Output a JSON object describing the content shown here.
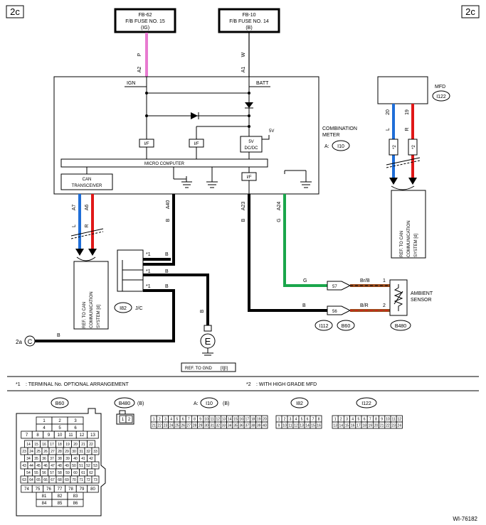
{
  "page_tag": "2c",
  "figure_id": "WI-76182",
  "fuses": [
    {
      "id": "FB-62",
      "line1": "F/B FUSE NO. 15",
      "line2": "(IG)",
      "wire_color": "P",
      "pin": "A2"
    },
    {
      "id": "FB-10",
      "line1": "F/B FUSE NO. 14",
      "line2": "(B)",
      "wire_color": "W",
      "pin": "A1"
    }
  ],
  "meter": {
    "name_line1": "COMBINATION",
    "name_line2": "METER",
    "connector_prefix": "A:",
    "connector": "I10",
    "ign": "IGN",
    "batt": "BATT",
    "if_label": "I/F",
    "supply": "5V",
    "dcdc_line1": "5V",
    "dcdc_line2": "DC/DC",
    "micro_computer": "MICRO COMPUTER",
    "can_line1": "CAN",
    "can_line2": "TRANSCEIVER"
  },
  "meter_pins": [
    {
      "pin": "A7",
      "color": "L"
    },
    {
      "pin": "A6",
      "color": "R"
    },
    {
      "pin": "A40",
      "color": "B"
    },
    {
      "pin": "A23",
      "color": "B"
    },
    {
      "pin": "A24",
      "color": "G"
    }
  ],
  "mfd": {
    "label": "MFD",
    "connector": "I122",
    "pins": [
      {
        "pin": "20",
        "color": "L",
        "note": "*2"
      },
      {
        "pin": "19",
        "color": "R",
        "note": "*2"
      }
    ]
  },
  "can_ref_text": [
    "REF. TO CAN",
    "COMMUNICATION",
    "SYSTEM [d]"
  ],
  "joint": {
    "connector": "I82",
    "label": "J/C",
    "terminals": [
      {
        "mark": "*1",
        "color": "B"
      },
      {
        "mark": "*1",
        "color": "B"
      },
      {
        "mark": "*1",
        "color": "B"
      }
    ]
  },
  "ground": {
    "wire_color": "B",
    "symbol": "E",
    "ref": "REF. TO GND",
    "ref_code": "[I][I]"
  },
  "page_link": {
    "label": "2a",
    "symbol": "C",
    "wire_color": "B"
  },
  "sensor_harness": {
    "pins": [
      "57",
      "56"
    ],
    "left_colors": [
      "G",
      "B"
    ],
    "right_colors": [
      "Br/B",
      "B/R"
    ],
    "sensor_pins": [
      "1",
      "2"
    ],
    "connectors": [
      "I112",
      "B60"
    ]
  },
  "ambient_sensor": {
    "line1": "AMBIENT",
    "line2": "SENSOR",
    "connector": "B480"
  },
  "footnotes": [
    {
      "mark": "*1",
      "text": ": TERMINAL No. OPTIONAL ARRANGEMENT"
    },
    {
      "mark": "*2",
      "text": ": WITH HIGH GRADE MFD"
    }
  ],
  "connector_views": {
    "b60": {
      "name": "B60",
      "rows": [
        [
          "1",
          "2",
          "3"
        ],
        [
          "4",
          "5",
          "6"
        ],
        [
          "7",
          "8",
          "9",
          "10",
          "11",
          "12",
          "13"
        ],
        [
          "14",
          "15",
          "16",
          "17",
          "18",
          "19",
          "20",
          "21",
          "22"
        ],
        [
          "23",
          "24",
          "25",
          "26",
          "27",
          "28",
          "29",
          "30",
          "31",
          "32",
          "33"
        ],
        [
          "34",
          "35",
          "36",
          "37",
          "38",
          "39",
          "40",
          "41",
          "42"
        ],
        [
          "43",
          "44",
          "45",
          "46",
          "47",
          "48",
          "49",
          "50",
          "51",
          "52",
          "53"
        ],
        [
          "54",
          "55",
          "56",
          "57",
          "58",
          "59",
          "60",
          "61",
          "62"
        ],
        [
          "63",
          "64",
          "65",
          "66",
          "67",
          "68",
          "69",
          "70",
          "71",
          "72",
          "73"
        ],
        [
          "74",
          "75",
          "76",
          "77",
          "78",
          "79",
          "80"
        ],
        [
          "81",
          "82",
          "83"
        ],
        [
          "84",
          "85",
          "86"
        ]
      ]
    },
    "b480": {
      "name": "B480",
      "suffix": "(B)",
      "cells": [
        "1",
        "2"
      ]
    },
    "i10": {
      "name": "I10",
      "prefix": "A:",
      "suffix": "(B)",
      "rows": [
        [
          "1",
          "2",
          "3",
          "4",
          "5",
          "6",
          "7",
          "8",
          "9",
          "10",
          "11",
          "12",
          "13",
          "14",
          "15",
          "16",
          "17",
          "18",
          "19",
          "20"
        ],
        [
          "21",
          "22",
          "23",
          "24",
          "25",
          "26",
          "27",
          "28",
          "29",
          "30",
          "31",
          "32",
          "33",
          "34",
          "35",
          "36",
          "37",
          "38",
          "39",
          "40"
        ]
      ]
    },
    "i82": {
      "name": "I82",
      "rows": [
        [
          "1",
          "2",
          "3",
          "4",
          "5",
          "6",
          "7",
          "8"
        ],
        [
          "9",
          "10",
          "11",
          "12",
          "13",
          "14",
          "15",
          "16"
        ]
      ]
    },
    "i122": {
      "name": "I122",
      "rows": [
        [
          "1",
          "2",
          "3",
          "4",
          "5",
          "6",
          "7",
          "8",
          "9",
          "10",
          "11",
          "12"
        ],
        [
          "13",
          "14",
          "15",
          "16",
          "17",
          "18",
          "19",
          "20",
          "21",
          "22",
          "23",
          "24"
        ]
      ]
    }
  },
  "colors": {
    "pink_wire": "#e87ad0",
    "blue_wire": "#1f6ed8",
    "red_wire": "#e01818",
    "green_wire": "#1aa64b",
    "brown_wire": "#9a4a1a",
    "black_wire": "#111111"
  }
}
